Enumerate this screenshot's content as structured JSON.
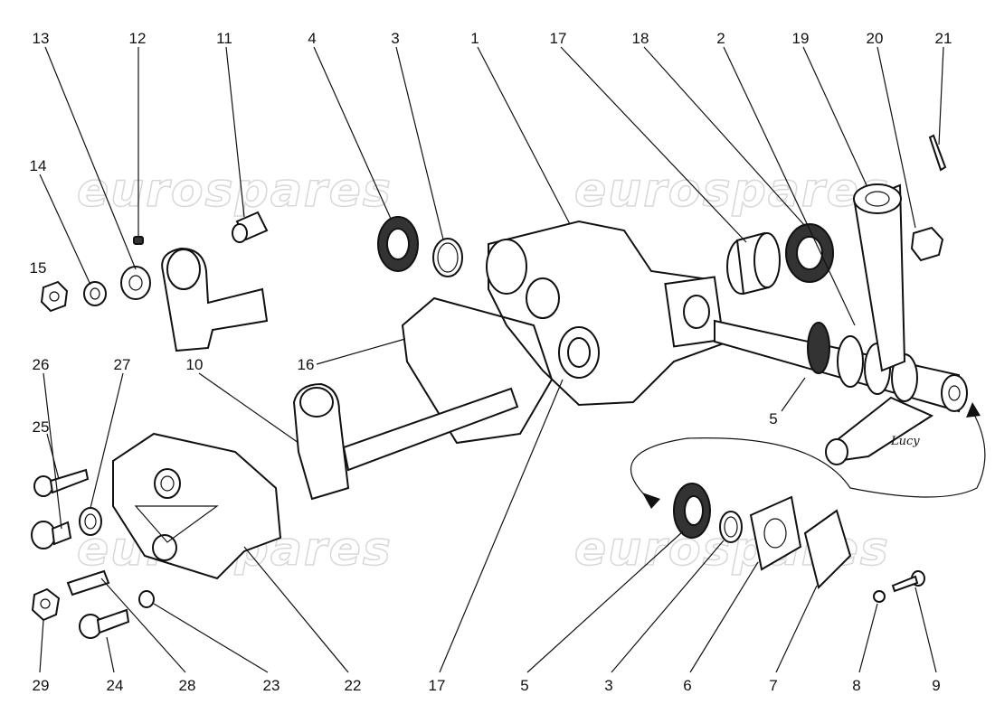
{
  "diagram": {
    "callouts": [
      "13",
      "12",
      "11",
      "4",
      "3",
      "1",
      "17",
      "18",
      "2",
      "19",
      "20",
      "21",
      "14",
      "15",
      "26",
      "27",
      "10",
      "16",
      "25",
      "5",
      "29",
      "24",
      "28",
      "23",
      "22",
      "17",
      "5",
      "3",
      "6",
      "7",
      "8",
      "9"
    ],
    "watermark": "eurospares",
    "signature": "Lucy",
    "colors": {
      "line": "#111111",
      "watermark": "#d8d8d8",
      "background": "#ffffff"
    }
  }
}
